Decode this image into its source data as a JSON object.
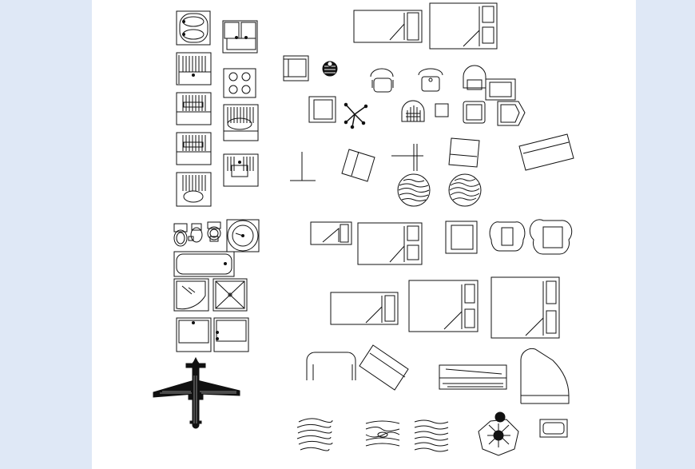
{
  "viewer": {
    "background_color": "#dfe8f6",
    "sheet_color": "#ffffff",
    "line_color": "#111111"
  },
  "drawing": {
    "groups": [
      {
        "name": "sinks-and-basins",
        "icons": [
          "double-sink-icon",
          "basin-icon"
        ]
      },
      {
        "name": "bathtubs-and-showers",
        "icons": [
          "shower-tray-icon",
          "bathtub-icon"
        ]
      },
      {
        "name": "toilets",
        "icons": [
          "toilet-icon",
          "bidet-icon"
        ]
      },
      {
        "name": "beds",
        "icons": [
          "single-bed-icon",
          "double-bed-icon"
        ]
      },
      {
        "name": "seating",
        "icons": [
          "armchair-icon",
          "office-chair-icon",
          "sofa-icon"
        ]
      },
      {
        "name": "plants",
        "icons": [
          "potted-plant-icon"
        ]
      },
      {
        "name": "wood-textures",
        "icons": [
          "wood-grain-icon"
        ]
      },
      {
        "name": "piano",
        "icons": [
          "grand-piano-icon"
        ]
      },
      {
        "name": "aircraft",
        "icons": [
          "airplane-icon"
        ]
      }
    ]
  }
}
